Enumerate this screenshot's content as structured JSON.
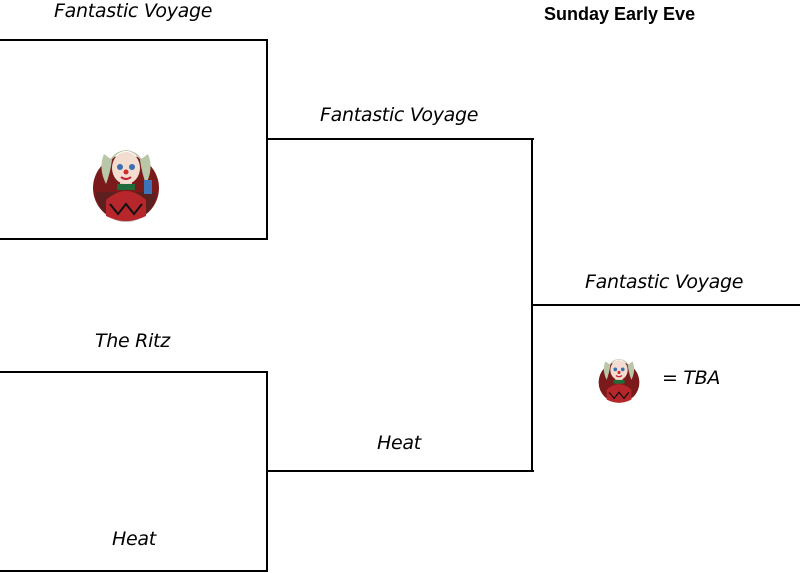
{
  "title": "Sunday Early Eve",
  "round1": {
    "match1": {
      "top": "Fantastic Voyage",
      "bottom_icon": "clown-girl-avatar-icon"
    },
    "match2": {
      "top": "The Ritz",
      "bottom": "Heat"
    }
  },
  "round2": {
    "top": "Fantastic Voyage",
    "bottom": "Heat"
  },
  "final": {
    "winner": "Fantastic Voyage"
  },
  "legend": {
    "icon": "clown-girl-avatar-icon",
    "text": "= TBA"
  }
}
